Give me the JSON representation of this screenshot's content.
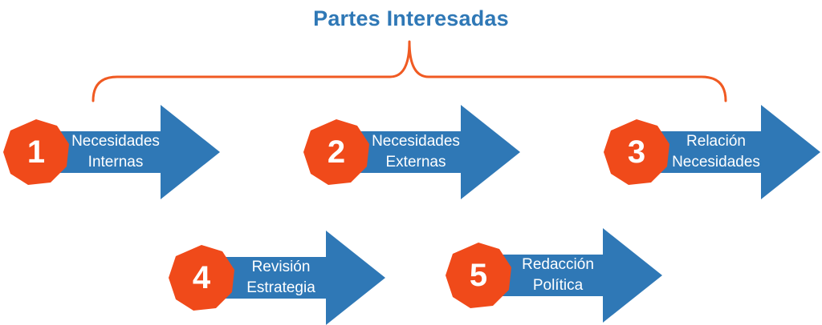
{
  "title": "Partes Interesadas",
  "colors": {
    "blue": "#2f78b6",
    "orange": "#f04a1a",
    "brace": "#f05a22",
    "title": "#2f78b6"
  },
  "steps": [
    {
      "number": "1",
      "line1": "Necesidades",
      "line2": "Internas"
    },
    {
      "number": "2",
      "line1": "Necesidades",
      "line2": "Externas"
    },
    {
      "number": "3",
      "line1": "Relación",
      "line2": "Necesidades"
    },
    {
      "number": "4",
      "line1": "Revisión",
      "line2": "Estrategia"
    },
    {
      "number": "5",
      "line1": "Redacción",
      "line2": "Política"
    }
  ]
}
